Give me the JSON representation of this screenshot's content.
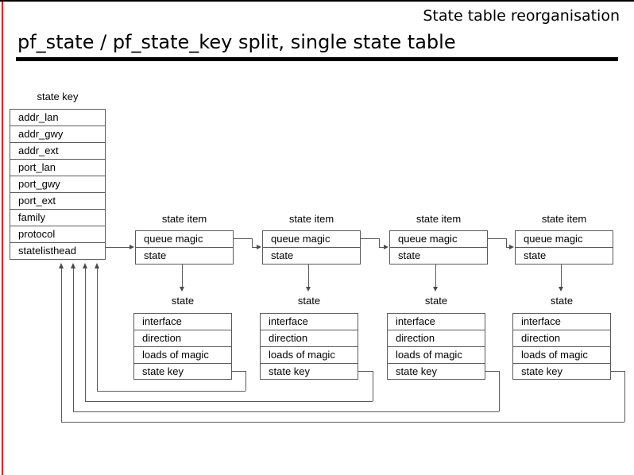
{
  "slide": {
    "kicker": "State table reorganisation",
    "title": "pf_state / pf_state_key split, single state table",
    "accent_color": "#ff0000",
    "rule_color": "#000000",
    "line_color": "#5a5a5a",
    "background": "#ffffff"
  },
  "state_key": {
    "caption": "state key",
    "fields": [
      "addr_lan",
      "addr_gwy",
      "addr_ext",
      "port_lan",
      "port_gwy",
      "port_ext",
      "family",
      "protocol",
      "statelisthead"
    ]
  },
  "state_items": [
    {
      "caption": "state item",
      "fields": [
        "queue magic",
        "state"
      ]
    },
    {
      "caption": "state item",
      "fields": [
        "queue magic",
        "state"
      ]
    },
    {
      "caption": "state item",
      "fields": [
        "queue magic",
        "state"
      ]
    },
    {
      "caption": "state item",
      "fields": [
        "queue magic",
        "state"
      ]
    }
  ],
  "states": [
    {
      "caption": "state",
      "fields": [
        "interface",
        "direction",
        "loads of magic",
        "state key"
      ]
    },
    {
      "caption": "state",
      "fields": [
        "interface",
        "direction",
        "loads of magic",
        "state key"
      ]
    },
    {
      "caption": "state",
      "fields": [
        "interface",
        "direction",
        "loads of magic",
        "state key"
      ]
    },
    {
      "caption": "state",
      "fields": [
        "interface",
        "direction",
        "loads of magic",
        "state key"
      ]
    }
  ]
}
